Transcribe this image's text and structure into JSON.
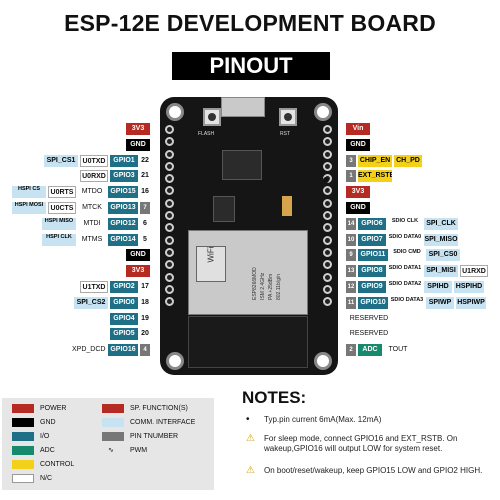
{
  "title": "ESP-12E DEVELOPMENT BOARD",
  "subtitle": "PINOUT",
  "board_text": {
    "flash": "FLASH",
    "rst": "RST",
    "wifi": "WiFi",
    "esp_lines": [
      "ESP8266MOD",
      "ISM 2.4GHz",
      "PA +25dBm",
      "802.11b/g/n"
    ]
  },
  "left_rows": [
    {
      "labels": [
        {
          "t": "3V3",
          "c": "c-power"
        }
      ]
    },
    {
      "labels": [
        {
          "t": "GND",
          "c": "c-gnd"
        }
      ]
    },
    {
      "labels": [
        {
          "t": "SPI_CS1",
          "c": "c-sp"
        },
        {
          "t": "U0TXD",
          "c": "c-comm"
        },
        {
          "t": "GPIO1",
          "c": "c-gpio"
        },
        {
          "t": "22",
          "c": "c-tpin"
        }
      ]
    },
    {
      "labels": [
        {
          "t": "U0RXD",
          "c": "c-comm"
        },
        {
          "t": "GPIO3",
          "c": "c-gpio"
        },
        {
          "t": "21",
          "c": "c-tpin"
        }
      ]
    },
    {
      "labels": [
        {
          "t": "HSPI CS",
          "c": "c-sp"
        },
        {
          "t": "U0RTS",
          "c": "c-comm"
        },
        {
          "t": "MTDO",
          "c": "c-nc"
        },
        {
          "t": "GPIO15",
          "c": "c-gpio"
        },
        {
          "t": "16",
          "c": "c-tpin"
        }
      ]
    },
    {
      "labels": [
        {
          "t": "HSPI MOSI",
          "c": "c-sp"
        },
        {
          "t": "U0CTS",
          "c": "c-comm"
        },
        {
          "t": "MTCK",
          "c": "c-nc"
        },
        {
          "t": "GPIO13",
          "c": "c-gpio"
        },
        {
          "t": "7",
          "c": "c-pin"
        }
      ]
    },
    {
      "labels": [
        {
          "t": "HSPI MISO",
          "c": "c-sp"
        },
        {
          "t": "MTDI",
          "c": "c-nc"
        },
        {
          "t": "GPIO12",
          "c": "c-gpio"
        },
        {
          "t": "6",
          "c": "c-tpin"
        }
      ]
    },
    {
      "labels": [
        {
          "t": "HSPI CLK",
          "c": "c-sp"
        },
        {
          "t": "MTMS",
          "c": "c-nc"
        },
        {
          "t": "GPIO14",
          "c": "c-gpio"
        },
        {
          "t": "5",
          "c": "c-tpin"
        }
      ]
    },
    {
      "labels": [
        {
          "t": "GND",
          "c": "c-gnd"
        }
      ]
    },
    {
      "labels": [
        {
          "t": "3V3",
          "c": "c-power"
        }
      ]
    },
    {
      "labels": [
        {
          "t": "U1TXD",
          "c": "c-comm"
        },
        {
          "t": "GPIO2",
          "c": "c-gpio"
        },
        {
          "t": "17",
          "c": "c-tpin"
        }
      ]
    },
    {
      "labels": [
        {
          "t": "SPI_CS2",
          "c": "c-sp"
        },
        {
          "t": "GPIO0",
          "c": "c-gpio"
        },
        {
          "t": "18",
          "c": "c-tpin"
        }
      ]
    },
    {
      "labels": [
        {
          "t": "GPIO4",
          "c": "c-gpio"
        },
        {
          "t": "19",
          "c": "c-tpin"
        }
      ]
    },
    {
      "labels": [
        {
          "t": "GPIO5",
          "c": "c-gpio"
        },
        {
          "t": "20",
          "c": "c-tpin"
        }
      ]
    },
    {
      "labels": [
        {
          "t": "XPD_DCDC",
          "c": "c-nc"
        },
        {
          "t": "GPIO16",
          "c": "c-gpio"
        },
        {
          "t": "4",
          "c": "c-pin"
        }
      ]
    }
  ],
  "right_rows": [
    {
      "labels": [
        {
          "t": "Vin",
          "c": "c-power"
        }
      ]
    },
    {
      "labels": [
        {
          "t": "GND",
          "c": "c-gnd"
        }
      ]
    },
    {
      "labels": [
        {
          "t": "3",
          "c": "c-pin"
        },
        {
          "t": "CHIP_EN",
          "c": "c-ctrl"
        },
        {
          "t": "CH_PD",
          "c": "c-ctrl"
        }
      ]
    },
    {
      "labels": [
        {
          "t": "1",
          "c": "c-pin"
        },
        {
          "t": "EXT_RSTB",
          "c": "c-ctrl"
        }
      ]
    },
    {
      "labels": [
        {
          "t": "3V3",
          "c": "c-power"
        }
      ]
    },
    {
      "labels": [
        {
          "t": "GND",
          "c": "c-gnd"
        }
      ]
    },
    {
      "labels": [
        {
          "t": "14",
          "c": "c-pin"
        },
        {
          "t": "GPIO6",
          "c": "c-gpio"
        },
        {
          "t": "SDIO CLK",
          "c": "c-nc"
        },
        {
          "t": "SPI_CLK",
          "c": "c-sp"
        }
      ]
    },
    {
      "labels": [
        {
          "t": "10",
          "c": "c-pin"
        },
        {
          "t": "GPIO7",
          "c": "c-gpio"
        },
        {
          "t": "SDIO DATA0",
          "c": "c-nc"
        },
        {
          "t": "SPI_MISO",
          "c": "c-sp"
        }
      ]
    },
    {
      "labels": [
        {
          "t": "9",
          "c": "c-pin"
        },
        {
          "t": "GPIO11",
          "c": "c-gpio"
        },
        {
          "t": "SDIO CMD",
          "c": "c-nc"
        },
        {
          "t": "SPI_CS0",
          "c": "c-sp"
        }
      ]
    },
    {
      "labels": [
        {
          "t": "13",
          "c": "c-pin"
        },
        {
          "t": "GPIO8",
          "c": "c-gpio"
        },
        {
          "t": "SDIO DATA1",
          "c": "c-nc"
        },
        {
          "t": "SPI_MISI",
          "c": "c-sp"
        },
        {
          "t": "U1RXD",
          "c": "c-comm"
        }
      ]
    },
    {
      "labels": [
        {
          "t": "12",
          "c": "c-pin"
        },
        {
          "t": "GPIO9",
          "c": "c-gpio"
        },
        {
          "t": "SDIO DATA2",
          "c": "c-nc"
        },
        {
          "t": "SPIHD",
          "c": "c-sp"
        },
        {
          "t": "HSPIHD",
          "c": "c-sp"
        }
      ]
    },
    {
      "labels": [
        {
          "t": "11",
          "c": "c-pin"
        },
        {
          "t": "GPIO10",
          "c": "c-gpio"
        },
        {
          "t": "SDIO DATA3",
          "c": "c-nc"
        },
        {
          "t": "SPIWP",
          "c": "c-sp"
        },
        {
          "t": "HSPIWP",
          "c": "c-sp"
        }
      ]
    },
    {
      "labels": [
        {
          "t": "RESERVED",
          "c": "c-nc"
        }
      ]
    },
    {
      "labels": [
        {
          "t": "RESERVED",
          "c": "c-nc"
        }
      ]
    },
    {
      "labels": [
        {
          "t": "2",
          "c": "c-pin"
        },
        {
          "t": "ADC",
          "c": "c-adc"
        },
        {
          "t": "TOUT",
          "c": "c-nc"
        }
      ]
    }
  ],
  "legend": {
    "items": [
      {
        "swatch": "#b52a22",
        "label": "POWER"
      },
      {
        "swatch": "#000000",
        "label": "GND"
      },
      {
        "swatch": "#1f6f86",
        "label": "I/O"
      },
      {
        "swatch": "#178a6e",
        "label": "ADC"
      },
      {
        "swatch": "#f3d11a",
        "label": "CONTROL"
      },
      {
        "swatch": "#ffffff",
        "label": "N/C"
      }
    ],
    "items_right": [
      {
        "swatch": "#b52a22",
        "label": "SP.   FUNCTION(S)"
      },
      {
        "swatch": "#c7e3f1",
        "label": "COMM.   INTERFACE"
      },
      {
        "swatch": "#777777",
        "label": "PIN     TNUMBER"
      },
      {
        "swatch": "none",
        "label": "PWM"
      }
    ]
  },
  "notes": {
    "title": "NOTES:",
    "items": [
      {
        "icon": "bullet-icon",
        "text": "Typ.pin current 6mA(Max. 12mA)"
      },
      {
        "icon": "warning-icon",
        "text": "For sleep mode, connect GPIO16 and EXT_RSTB. On wakeup,GPIO16 will output LOW for system reset."
      },
      {
        "icon": "warning-icon",
        "text": "On boot/reset/wakeup, keep GPIO15 LOW and GPIO2 HIGH."
      }
    ]
  }
}
